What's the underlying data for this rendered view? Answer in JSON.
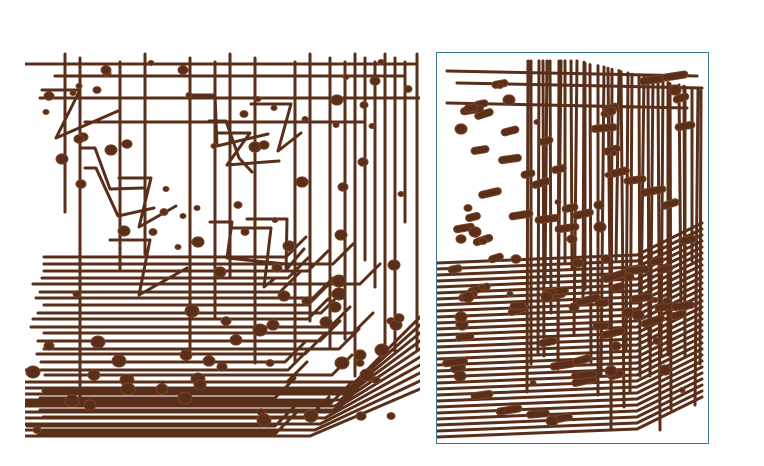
{
  "colors": {
    "background": "#ffffff",
    "trace": "#5a2f1a",
    "trace_highlight": "#7a4327",
    "frame_border": "#3b7890"
  },
  "panels": [
    {
      "id": "left",
      "view": "top-down"
    },
    {
      "id": "right",
      "view": "perspective"
    }
  ]
}
